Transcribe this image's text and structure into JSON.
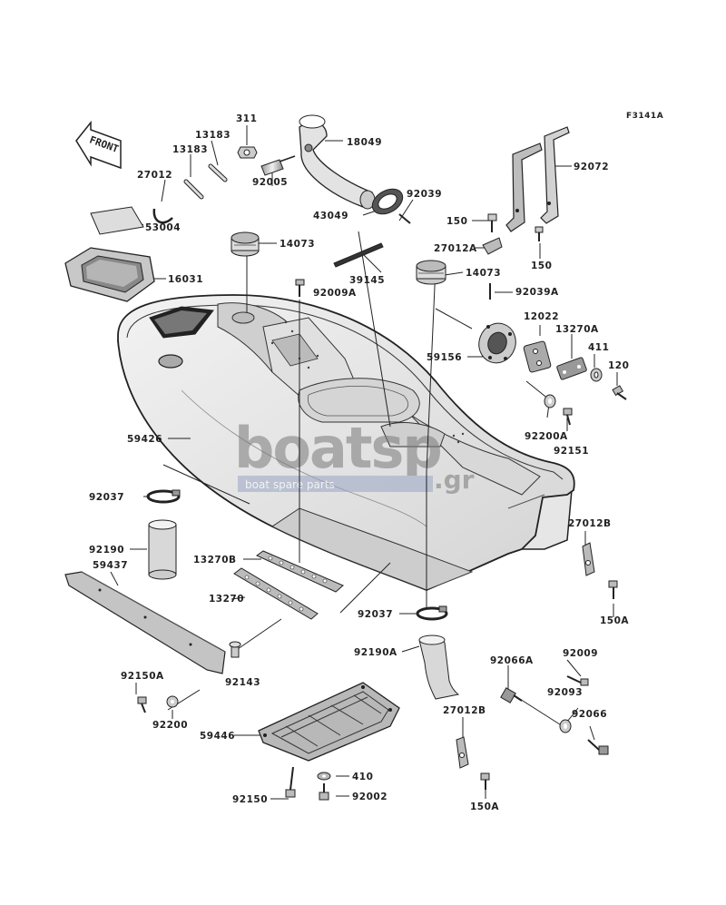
{
  "figure_code": "F3141A",
  "front_label": "FRONT",
  "watermark": {
    "brand": "boatsp",
    "tld": ".gr",
    "tagline": "boat spare parts"
  },
  "parts": [
    {
      "id": "p311",
      "label": "311"
    },
    {
      "id": "p13183a",
      "label": "13183"
    },
    {
      "id": "p13183b",
      "label": "13183"
    },
    {
      "id": "p27012",
      "label": "27012"
    },
    {
      "id": "p18049",
      "label": "18049"
    },
    {
      "id": "p92005",
      "label": "92005"
    },
    {
      "id": "p53004",
      "label": "53004"
    },
    {
      "id": "p92039",
      "label": "92039"
    },
    {
      "id": "p43049",
      "label": "43049"
    },
    {
      "id": "p150a",
      "label": "150"
    },
    {
      "id": "p92072",
      "label": "92072"
    },
    {
      "id": "p14073a",
      "label": "14073"
    },
    {
      "id": "p27012A",
      "label": "27012A"
    },
    {
      "id": "p150b",
      "label": "150"
    },
    {
      "id": "p16031",
      "label": "16031"
    },
    {
      "id": "p39145",
      "label": "39145"
    },
    {
      "id": "p14073b",
      "label": "14073"
    },
    {
      "id": "p92009A",
      "label": "92009A"
    },
    {
      "id": "p92039A",
      "label": "92039A"
    },
    {
      "id": "p12022",
      "label": "12022"
    },
    {
      "id": "p13270A",
      "label": "13270A"
    },
    {
      "id": "p411",
      "label": "411"
    },
    {
      "id": "p59156",
      "label": "59156"
    },
    {
      "id": "p120",
      "label": "120"
    },
    {
      "id": "p59426",
      "label": "59426"
    },
    {
      "id": "p92200A",
      "label": "92200A"
    },
    {
      "id": "p92151",
      "label": "92151"
    },
    {
      "id": "p92037a",
      "label": "92037"
    },
    {
      "id": "p27012B_r",
      "label": "27012B"
    },
    {
      "id": "p92190",
      "label": "92190"
    },
    {
      "id": "p59437",
      "label": "59437"
    },
    {
      "id": "p13270B",
      "label": "13270B"
    },
    {
      "id": "p13270",
      "label": "13270"
    },
    {
      "id": "p150A_r",
      "label": "150A"
    },
    {
      "id": "p92037b",
      "label": "92037"
    },
    {
      "id": "p92190A",
      "label": "92190A"
    },
    {
      "id": "p92066A",
      "label": "92066A"
    },
    {
      "id": "p92009",
      "label": "92009"
    },
    {
      "id": "p92150A",
      "label": "92150A"
    },
    {
      "id": "p92143",
      "label": "92143"
    },
    {
      "id": "p92093",
      "label": "92093"
    },
    {
      "id": "p92200",
      "label": "92200"
    },
    {
      "id": "p27012B_b",
      "label": "27012B"
    },
    {
      "id": "p92066",
      "label": "92066"
    },
    {
      "id": "p59446",
      "label": "59446"
    },
    {
      "id": "p410",
      "label": "410"
    },
    {
      "id": "p92150",
      "label": "92150"
    },
    {
      "id": "p92002",
      "label": "92002"
    },
    {
      "id": "p150A_b",
      "label": "150A"
    }
  ]
}
